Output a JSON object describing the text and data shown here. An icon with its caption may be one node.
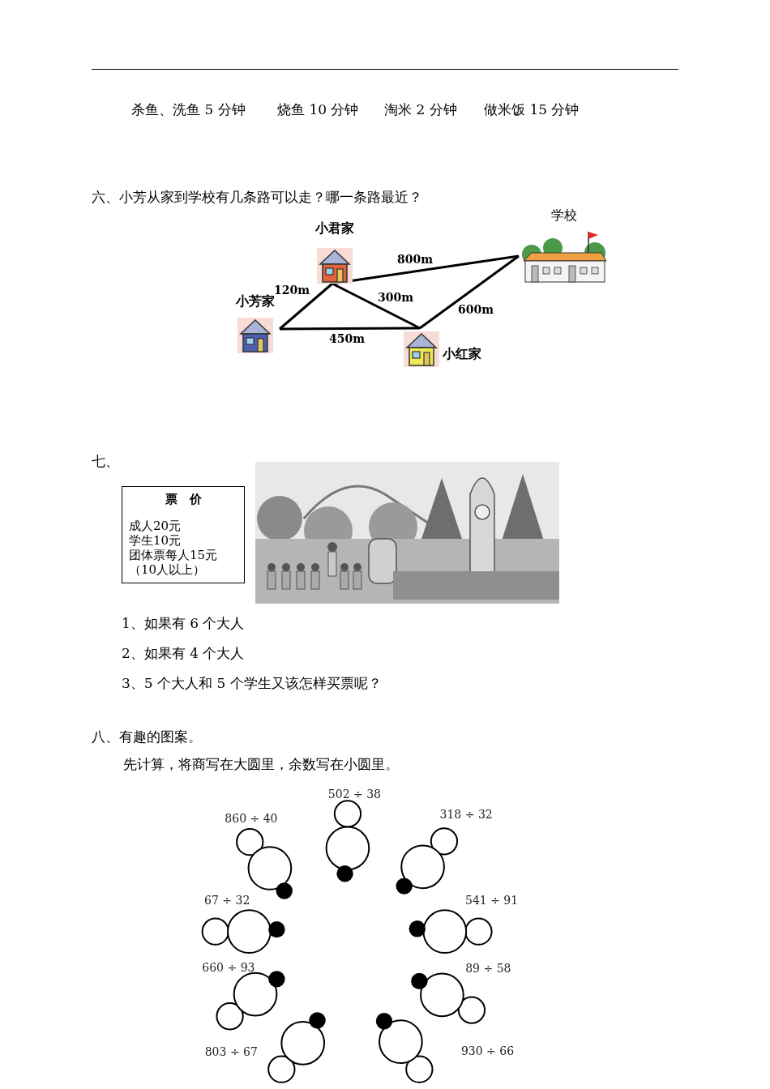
{
  "diagram": {
    "nodes": [
      {
        "text": [
          "学校"
        ]
      },
      {
        "text": [
          "小君家"
        ]
      },
      {
        "text": [
          "小芳家"
        ]
      },
      {
        "text": [
          "小红家"
        ]
      },
      {
        "text": [
          "票　价",
          "成人20元",
          "学生10元",
          "团体票每人15元",
          "（10人以上）"
        ]
      }
    ],
    "edges": [
      {
        "from": 2,
        "to": 1,
        "arrow": "none",
        "label": "120m"
      },
      {
        "from": 1,
        "to": 0,
        "arrow": "none",
        "label": "800m"
      },
      {
        "from": 1,
        "to": 3,
        "arrow": "none",
        "label": "300m"
      },
      {
        "from": 2,
        "to": 3,
        "arrow": "none",
        "label": "450m"
      },
      {
        "from": 3,
        "to": 0,
        "arrow": "none",
        "label": "600m"
      }
    ],
    "labels": [
      "杀鱼、洗鱼 5 分钟",
      "烧鱼 10 分钟",
      "淘米 2 分钟",
      "做米饭 15 分钟",
      "六、小芳从家到学校有几条路可以走？哪一条路最近？",
      "七、",
      "1、如果有 6 个大人",
      "2、如果有 4 个大人",
      "3、5 个大人和 5 个学生又该怎样买票呢？",
      "八、有趣的图案。",
      "先计算，将商写在大圆里，余数写在小圆里。",
      "502 ÷ 38",
      "318 ÷ 32",
      "860 ÷ 40",
      "67 ÷ 32",
      "541 ÷ 91",
      "660 ÷ 93",
      "89 ÷ 58",
      "803 ÷ 67",
      "930 ÷ 66"
    ]
  }
}
